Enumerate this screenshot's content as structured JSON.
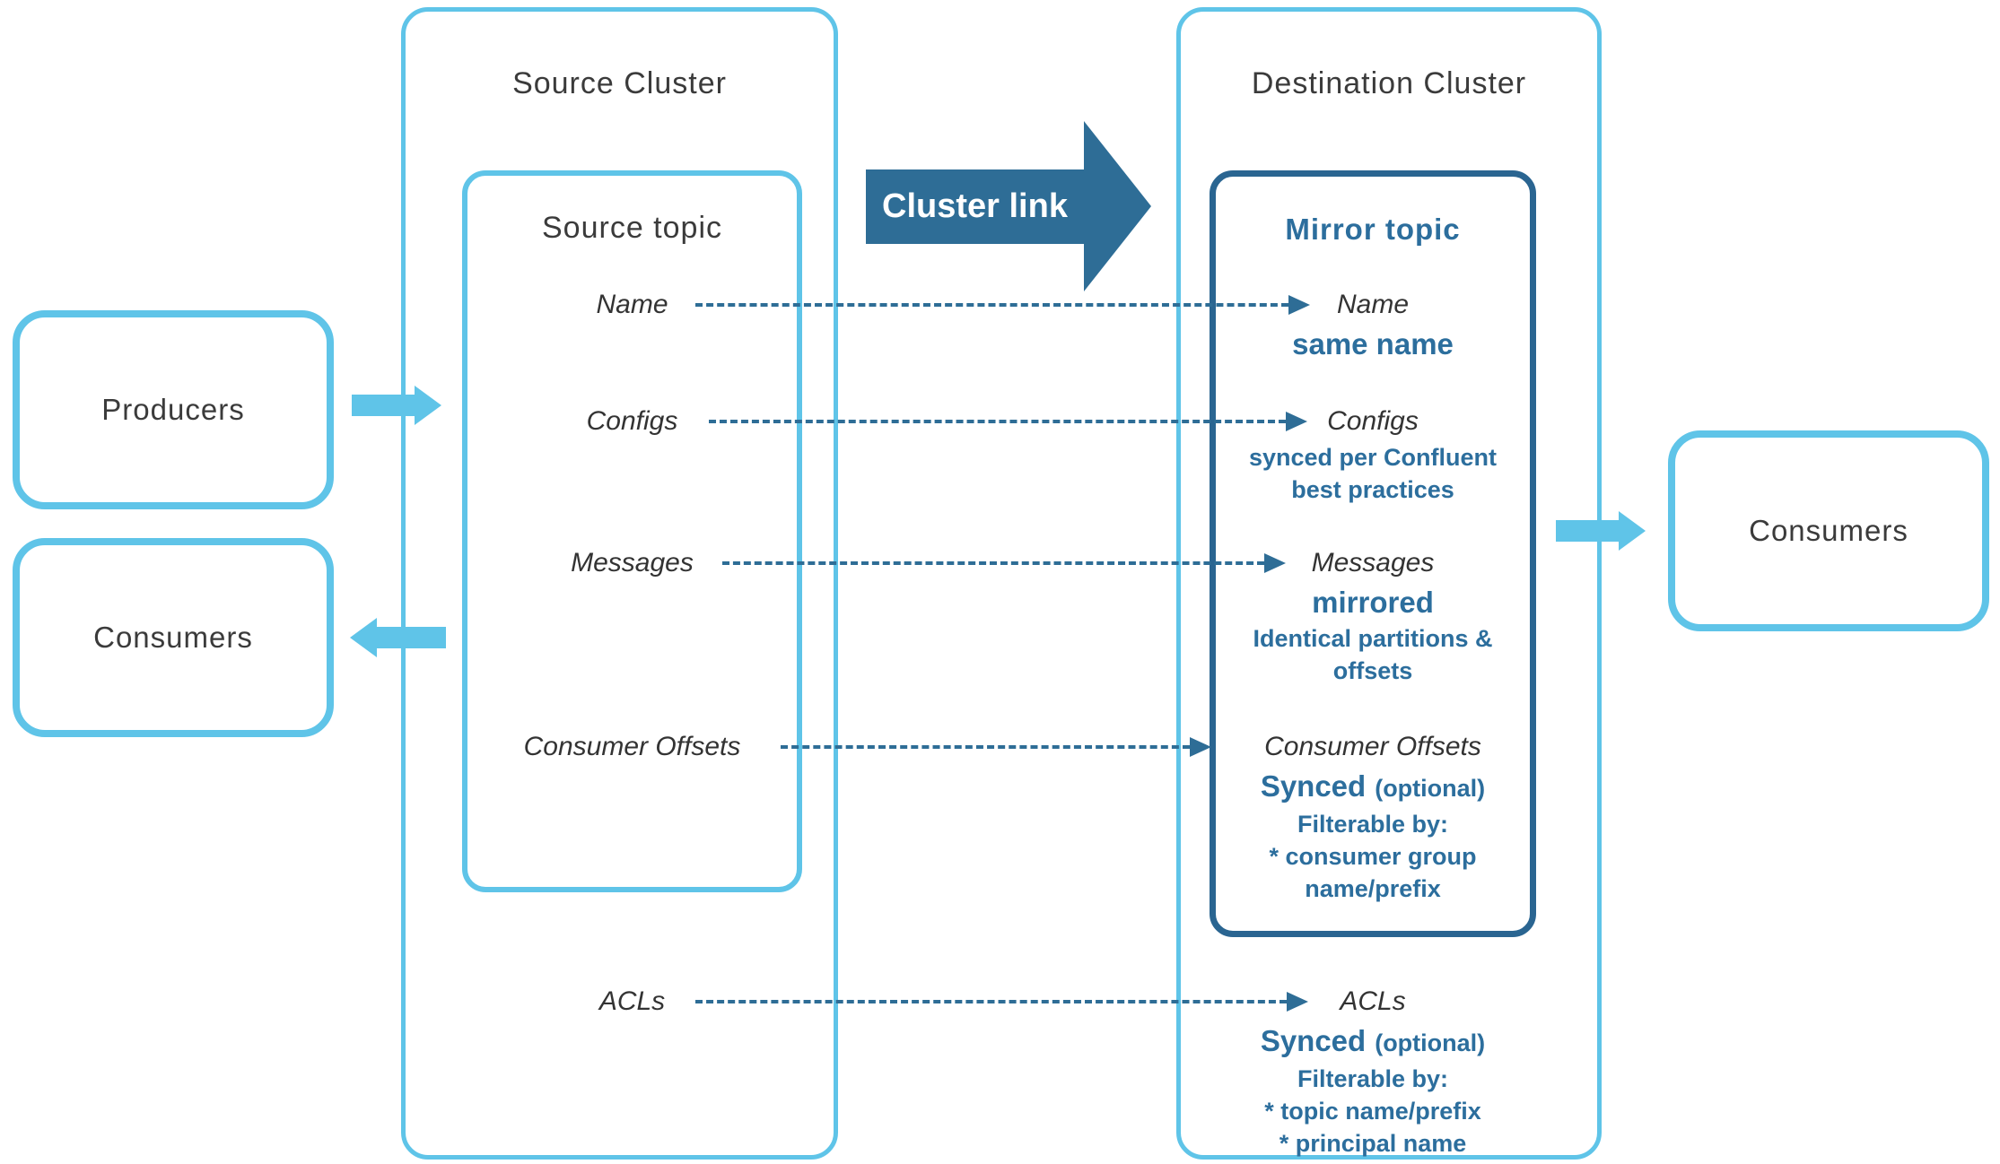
{
  "colors": {
    "light_blue": "#5fc4e8",
    "dark_blue": "#2e6d96",
    "text_blue": "#2c6e9d",
    "text_dark": "#3b3b3b"
  },
  "actors": {
    "producers": "Producers",
    "consumers_left": "Consumers",
    "consumers_right": "Consumers"
  },
  "source_cluster": {
    "title": "Source Cluster",
    "topic_title": "Source topic"
  },
  "destination_cluster": {
    "title": "Destination Cluster",
    "topic_title": "Mirror topic"
  },
  "cluster_link": {
    "label": "Cluster link"
  },
  "rows": [
    {
      "id": "name",
      "source": "Name",
      "dest": "Name",
      "sub": [
        {
          "text": "same name"
        }
      ]
    },
    {
      "id": "configs",
      "source": "Configs",
      "dest": "Configs",
      "sub": [
        {
          "text": "synced per Confluent"
        },
        {
          "text": "best practices"
        }
      ]
    },
    {
      "id": "messages",
      "source": "Messages",
      "dest": "Messages",
      "sub": [
        {
          "text": "mirrored"
        },
        {
          "text": "Identical partitions &"
        },
        {
          "text": "offsets"
        }
      ]
    },
    {
      "id": "consumer-offsets",
      "source": "Consumer Offsets",
      "dest": "Consumer Offsets",
      "sub": [
        {
          "text": "Synced",
          "suffix": "(optional)"
        },
        {
          "text": "Filterable by:"
        },
        {
          "text": "* consumer group"
        },
        {
          "text": "name/prefix"
        }
      ]
    },
    {
      "id": "acls",
      "source": "ACLs",
      "dest": "ACLs",
      "sub": [
        {
          "text": "Synced",
          "suffix": "(optional)"
        },
        {
          "text": "Filterable by:"
        },
        {
          "text": "* topic name/prefix"
        },
        {
          "text": "* principal name"
        }
      ]
    }
  ]
}
